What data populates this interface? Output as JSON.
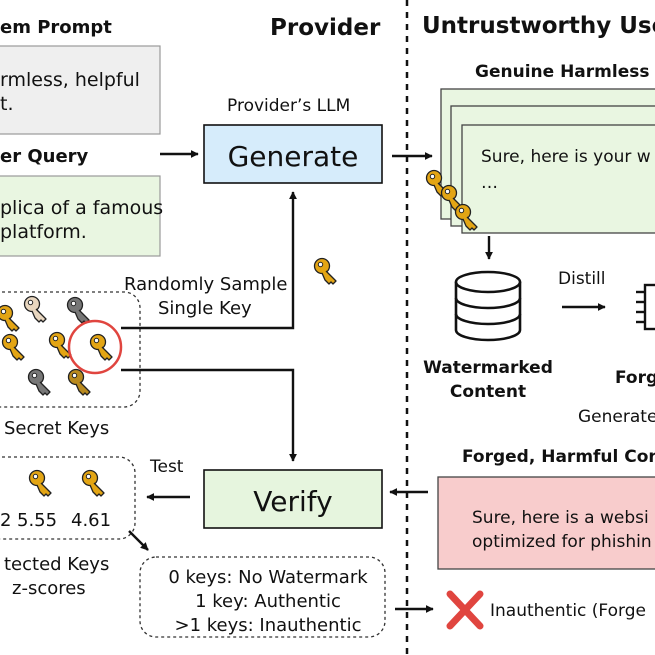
{
  "left": {
    "system_prompt_title": "em Prompt",
    "system_prompt_line1": "rmless, helpful",
    "system_prompt_line2": "t.",
    "user_query_title": "er Query",
    "user_query_line1": "plica of a famous",
    "user_query_line2": "platform.",
    "secret_keys_label": "Secret Keys",
    "detected_z1": "2",
    "detected_z2": "5.55",
    "detected_z3": "4.61",
    "detected_line1": "tected Keys",
    "detected_line2": "z-scores"
  },
  "provider": {
    "title": "Provider",
    "llm_label": "Provider’s LLM",
    "generate_label": "Generate",
    "sample_line1": "Randomly Sample",
    "sample_line2": "Single Key",
    "verify_label": "Verify",
    "test_label": "Test",
    "rule1": "0 keys: No Watermark",
    "rule2": "1 key: Authentic",
    "rule3": ">1 keys: Inauthentic"
  },
  "user": {
    "title": "Untrustworthy Use",
    "genuine_title": "Genuine Harmless C",
    "genuine_text1": "Sure, here is your w",
    "genuine_text2": "…",
    "distill_label": "Distill",
    "watermarked_line1": "Watermarked",
    "watermarked_line2": "Content",
    "forged_model_label": "Forg",
    "generate_label": "Generate",
    "forged_title": "Forged, Harmful Con",
    "forged_text1": "Sure, here is a websi",
    "forged_text2": "optimized for phishin",
    "inauthentic_label": "Inauthentic (Forge"
  },
  "colors": {
    "generate_fill": "#d6ecfb",
    "verify_fill": "#e6f5de",
    "genuine_fill": "#e9f6e1",
    "forged_fill": "#f8cccc",
    "system_fill": "#efefef",
    "key_gold": "#e3a514",
    "key_dark_gold": "#b98a1e",
    "key_grey": "#777777",
    "key_light": "#e8d6bf",
    "red_mark": "#e0453f"
  },
  "icons": [
    "key-icon",
    "database-icon",
    "chip-icon",
    "red-x-icon"
  ]
}
